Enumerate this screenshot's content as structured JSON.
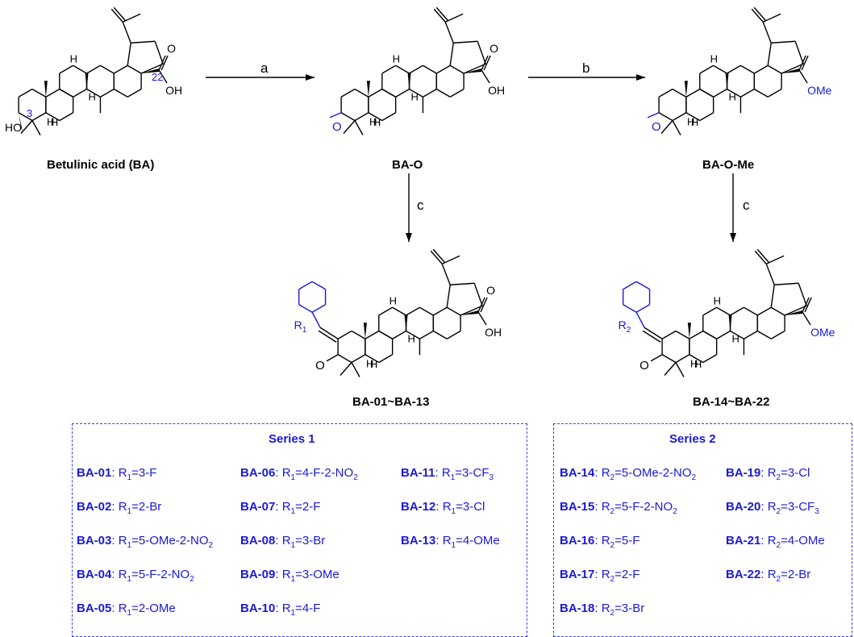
{
  "molecules": {
    "ba": "Betulinic acid (BA)",
    "bao": "BA-O",
    "baome": "BA-O-Me",
    "s1": "BA-01~BA-13",
    "s2": "BA-14~BA-22"
  },
  "arrows": {
    "a": "a",
    "b": "b",
    "c1": "c",
    "c2": "c"
  },
  "atom_labels": {
    "OH": "OH",
    "HO": "HO",
    "O": "O",
    "H": "H",
    "OMe": "OMe",
    "pos3": "3",
    "pos22": "22",
    "R1": "R1",
    "R2": "R2"
  },
  "series1": {
    "title": "Series 1",
    "entries": [
      {
        "id": "BA-01",
        "r": "R",
        "sub": "1",
        "val": "=3-F"
      },
      {
        "id": "BA-02",
        "r": "R",
        "sub": "1",
        "val": "=2-Br"
      },
      {
        "id": "BA-03",
        "r": "R",
        "sub": "1",
        "val": "=5-OMe-2-NO",
        "tail": "2"
      },
      {
        "id": "BA-04",
        "r": "R",
        "sub": "1",
        "val": "=5-F-2-NO",
        "tail": "2"
      },
      {
        "id": "BA-05",
        "r": "R",
        "sub": "1",
        "val": "=2-OMe"
      },
      {
        "id": "BA-06",
        "r": "R",
        "sub": "1",
        "val": "=4-F-2-NO",
        "tail": "2"
      },
      {
        "id": "BA-07",
        "r": "R",
        "sub": "1",
        "val": "=2-F"
      },
      {
        "id": "BA-08",
        "r": "R",
        "sub": "1",
        "val": "=3-Br"
      },
      {
        "id": "BA-09",
        "r": "R",
        "sub": "1",
        "val": "=3-OMe"
      },
      {
        "id": "BA-10",
        "r": "R",
        "sub": "1",
        "val": "=4-F"
      },
      {
        "id": "BA-11",
        "r": "R",
        "sub": "1",
        "val": "=3-CF",
        "tail": "3"
      },
      {
        "id": "BA-12",
        "r": "R",
        "sub": "1",
        "val": "=3-Cl"
      },
      {
        "id": "BA-13",
        "r": "R",
        "sub": "1",
        "val": "=4-OMe"
      }
    ]
  },
  "series2": {
    "title": "Series 2",
    "entries": [
      {
        "id": "BA-14",
        "r": "R",
        "sub": "2",
        "val": "=5-OMe-2-NO",
        "tail": "2"
      },
      {
        "id": "BA-15",
        "r": "R",
        "sub": "2",
        "val": "=5-F-2-NO",
        "tail": "2"
      },
      {
        "id": "BA-16",
        "r": "R",
        "sub": "2",
        "val": "=5-F"
      },
      {
        "id": "BA-17",
        "r": "R",
        "sub": "2",
        "val": "=2-F"
      },
      {
        "id": "BA-18",
        "r": "R",
        "sub": "2",
        "val": "=3-Br"
      },
      {
        "id": "BA-19",
        "r": "R",
        "sub": "2",
        "val": "=3-Cl"
      },
      {
        "id": "BA-20",
        "r": "R",
        "sub": "2",
        "val": "=3-CF",
        "tail": "3"
      },
      {
        "id": "BA-21",
        "r": "R",
        "sub": "2",
        "val": "=4-OMe"
      },
      {
        "id": "BA-22",
        "r": "R",
        "sub": "2",
        "val": "=2-Br"
      }
    ]
  },
  "colors": {
    "ink": "#000000",
    "accent": "#1a1ad6",
    "box": "#3a3aff"
  }
}
